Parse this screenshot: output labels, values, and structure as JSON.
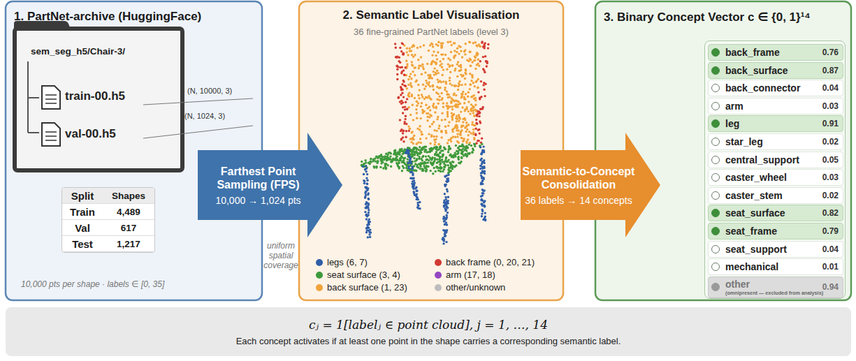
{
  "diagram": {
    "caption": "Each concept activates if at least one point in the shape carries a corresponding semantic label.",
    "nodes": [
      {
        "text": [
          "1. PartNet-archive (HuggingFace)"
        ]
      },
      {
        "text": [
          "sem_seg_h5/Chair-3/"
        ],
        "in": 0
      },
      {
        "text": [
          "train-00.h5"
        ],
        "in": 1
      },
      {
        "text": [
          "val-00.h5"
        ],
        "in": 1
      },
      {
        "text": [
          "Split",
          "Shapes",
          "Train",
          "4,489",
          "Val",
          "617",
          "Test",
          "1,217"
        ],
        "in": 0
      },
      {
        "text": [
          "Farthest Point Sampling (FPS)",
          "10,000 → 1,024 pts"
        ]
      },
      {
        "text": [
          "2. Semantic Label Visualisation",
          "36 fine-grained PartNet labels (level 3)"
        ]
      },
      {
        "text": [
          "Semantic-to-Concept Consolidation",
          "36 labels → 14 concepts"
        ]
      },
      {
        "text": [
          "3. Binary Concept Vector c ∈ {0, 1}¹⁴"
        ]
      },
      {
        "text": [],
        "in": 8
      },
      {
        "text": [
          "back_frame",
          "0.76"
        ],
        "in": 9
      },
      {
        "text": [
          "back_surface",
          "0.87"
        ],
        "in": 9
      },
      {
        "text": [
          "back_connector",
          "0.04"
        ],
        "in": 9
      },
      {
        "text": [
          "arm",
          "0.03"
        ],
        "in": 9
      },
      {
        "text": [
          "leg",
          "0.91"
        ],
        "in": 9
      },
      {
        "text": [
          "star_leg",
          "0.02"
        ],
        "in": 9
      },
      {
        "text": [
          "central_support",
          "0.05"
        ],
        "in": 9
      },
      {
        "text": [
          "caster_wheel",
          "0.03"
        ],
        "in": 9
      },
      {
        "text": [
          "caster_stem",
          "0.02"
        ],
        "in": 9
      },
      {
        "text": [
          "seat_surface",
          "0.82"
        ],
        "in": 9
      },
      {
        "text": [
          "seat_frame",
          "0.79"
        ],
        "in": 9
      },
      {
        "text": [
          "seat_support",
          "0.04"
        ],
        "in": 9
      },
      {
        "text": [
          "mechanical",
          "0.01"
        ],
        "in": 9
      },
      {
        "text": [
          "other",
          "0.94",
          "(omnipresent — excluded from analysis)"
        ],
        "in": 9
      },
      {
        "text": [
          "cⱼ = 1[labelⱼ ∈ point cloud], j = 1, …, 14"
        ]
      }
    ],
    "labels": [
      "(N, 10000, 3)",
      "(N, 1024, 3)",
      "10,000 pts per shape · labels ∈ [0, 35]",
      "uniform spatial coverage"
    ],
    "legend": [
      {
        "text": "legs (6, 7)",
        "color": "#2f5ea8"
      },
      {
        "text": "back frame (0, 20, 21)",
        "color": "#d23a32"
      },
      {
        "text": "seat surface (3, 4)",
        "color": "#3f9a3c"
      },
      {
        "text": "arm (17, 18)",
        "color": "#9447c2"
      },
      {
        "text": "back surface (1, 23)",
        "color": "#f0a33a"
      },
      {
        "text": "other/unknown",
        "color": "#bdbdbd"
      }
    ]
  }
}
